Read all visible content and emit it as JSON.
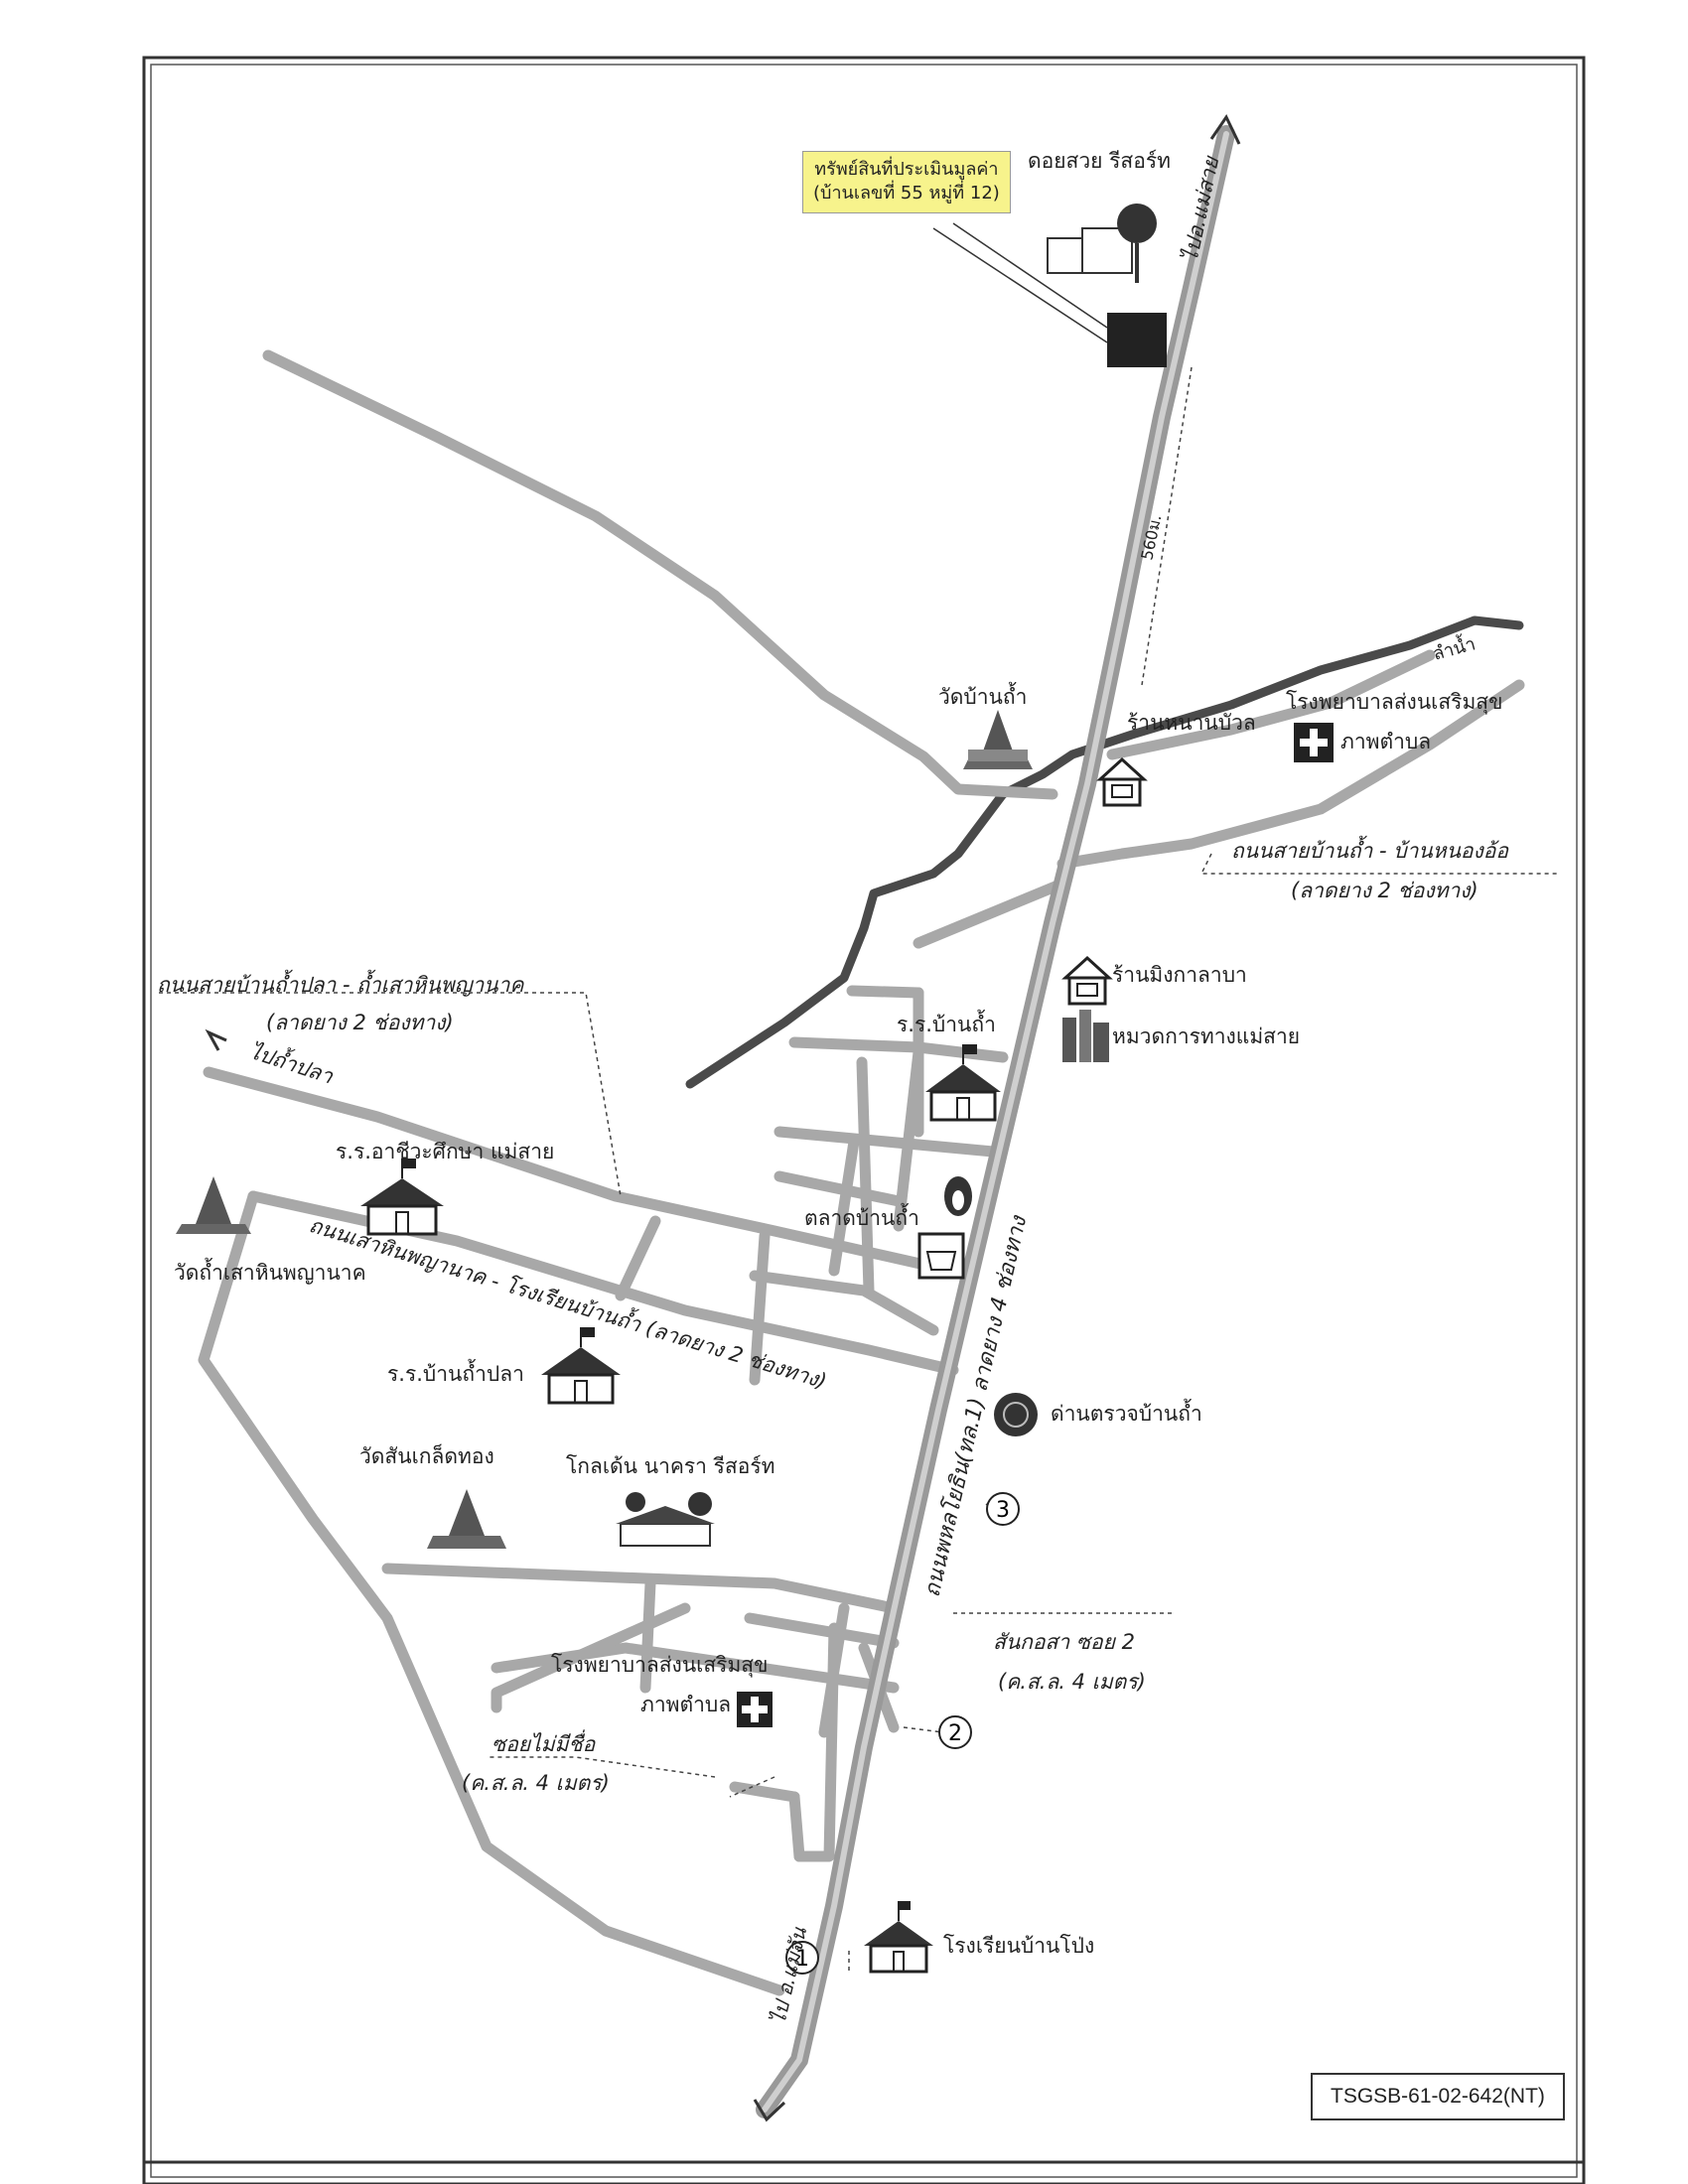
{
  "map": {
    "reference_code": "TSGSB-61-02-642(NT)",
    "subject": {
      "line1": "ทรัพย์สินที่ประเมินมูลค่า",
      "line2": "(บ้านเลขที่ 55 หมู่ที่ 12)",
      "highlight_color": "#f7f38c",
      "marker_color": "#222222"
    },
    "places": {
      "doi_suay_resort": "ดอยสวย รีสอร์ท",
      "wat_ban_tham": "วัดบ้านถ้ำ",
      "ran_hanan": "ร้านหนานบัวล",
      "hospital_north_1": "โรงพยาบาลส่งนเสริมสุข",
      "hospital_north_2": "ภาพตำบล",
      "ran_ming": "ร้านมิงกาลาบา",
      "highway_unit": "หมวดการทางแม่สาย",
      "school_ban_tham": "ร.ร.บ้านถ้ำ",
      "market_ban_tham": "ตลาดบ้านถ้ำ",
      "school_vocational": "ร.ร.อาชีวะศึกษา แม่สาย",
      "wat_tham_sao_hin": "วัดถ้ำเสาหินพญานาค",
      "school_tham_pla": "ร.ร.บ้านถ้ำปลา",
      "checkpoint": "ด่านตรวจบ้านถ้ำ",
      "wat_san_klet": "วัดสันเกล็ดทอง",
      "golden_nakara": "โกลเด้น นาครา รีสอร์ท",
      "hospital_south_1": "โรงพยาบาลส่งนเสริมสุข",
      "hospital_south_2": "ภาพตำบล",
      "school_ban_pong": "โรงเรียนบ้านโป่ง"
    },
    "roads": {
      "to_mae_sai": "ไปอ.แม่สาย",
      "to_mae_chan": "ไป อ.แม่จัน",
      "to_tham_pla": "ไปถ้ำปลา",
      "main_highway": "ถนนพหลโยธิน(ทล.1) ลาดยาง 4 ช่องทาง",
      "distance": "560ม.",
      "nong_o_road": "ถนนสายบ้านถ้ำ - บ้านหนองอ้อ",
      "nong_o_note": "(ลาดยาง 2 ช่องทาง)",
      "tham_pla_road": "ถนนสายบ้านถ้ำปลา - ถ้ำเสาหินพญานาค",
      "tham_pla_note": "(ลาดยาง 2 ช่องทาง)",
      "sao_hin_road": "ถนนเสาหินพญานาค - โรงเรียนบ้านถ้ำ (ลาดยาง 2 ช่องทาง)",
      "san_kor_sa": "สันกอสา ซอย 2",
      "san_kor_sa_note": "(ค.ส.ล. 4 เมตร)",
      "soi_no_name": "ซอยไม่มีชื่อ",
      "soi_no_name_note": "(ค.ส.ล. 4 เมตร)",
      "stream": "ลำน้ำ"
    },
    "markers": [
      "1",
      "2",
      "3"
    ],
    "colors": {
      "road": "#a8a8a8",
      "highway": "#999999",
      "stream": "#4a4a4a",
      "frame": "#333333"
    }
  }
}
